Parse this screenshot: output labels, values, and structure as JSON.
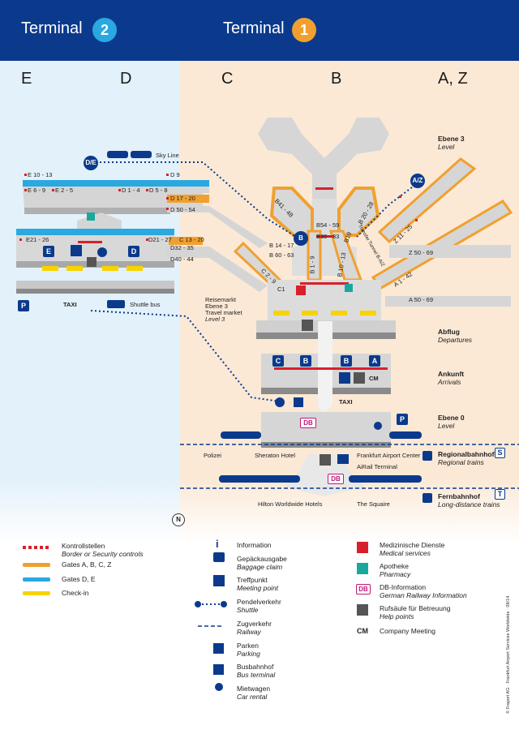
{
  "header": {
    "terminal2_label": "Terminal",
    "terminal2_number": "2",
    "terminal1_label": "Terminal",
    "terminal1_number": "1"
  },
  "columns": [
    "E",
    "D",
    "C",
    "B",
    "A, Z"
  ],
  "gates": {
    "e10": "E 10 - 13",
    "e6": "E 6 - 9",
    "e2": "E 2 - 5",
    "d1": "D 1 - 4",
    "d5": "D 5 - 8",
    "d9": "D 9",
    "d17": "D 17 - 20",
    "d50": "D 50 - 54",
    "e21": "E21 - 26",
    "d21": "D21 - 27",
    "c13": "C 13 - 20",
    "d32": "D32 - 35",
    "d40": "D40 - 44",
    "b41": "B41 - 48",
    "b54": "B54 - 59",
    "b20": "B 20 - 28",
    "b30": "B30 - 33",
    "b14": "B 14 - 17",
    "b60": "B 60 - 63",
    "b19": "B19",
    "z11": "Z 11 - 25",
    "z50": "Z 50 - 69",
    "a1": "A 1 - 42",
    "a50": "A 50 - 69",
    "c2": "C 2 - 9",
    "c1": "C1",
    "b1": "B 1 - 9",
    "b10": "B 10 - 13"
  },
  "places": {
    "sky_line": "Sky Line",
    "shuttle_bus": "Shuttle bus",
    "taxi": "TAXI",
    "taxi2": "TAXI",
    "transfer": "Transfer Tunnel B-A/Z",
    "reisemarkt1": "Reisemarkt",
    "reisemarkt2": "Ebene 3",
    "travel1": "Travel market",
    "travel2": "Level 3",
    "polizei": "Polizei",
    "sheraton": "Sheraton Hotel",
    "fac": "Frankfurt Airport Center",
    "airrail": "AiRail Terminal",
    "hilton": "Hilton Worldwide Hotels",
    "squaire": "The Squaire",
    "cm": "CM"
  },
  "levels": [
    {
      "de": "Ebene 3",
      "en": "Level"
    },
    {
      "de": "Abflug",
      "en": "Departures"
    },
    {
      "de": "Ankunft",
      "en": "Arrivals"
    },
    {
      "de": "Ebene 0",
      "en": "Level"
    },
    {
      "de": "Regionalbahnhof",
      "en": "Regional trains"
    },
    {
      "de": "Fernbahnhof",
      "en": "Long-distance trains"
    }
  ],
  "legend_left": [
    {
      "de": "Kontrollstellen",
      "en": "Border or Security controls",
      "color": "#d8202a"
    },
    {
      "de": "Gates A, B, C, Z",
      "en": "",
      "color": "#f0a030"
    },
    {
      "de": "Gates D, E",
      "en": "",
      "color": "#2aa8e0"
    },
    {
      "de": "Check-in",
      "en": "",
      "color": "#f7d300"
    }
  ],
  "legend_mid": [
    {
      "de": "Information",
      "en": "",
      "icon": "info-icon"
    },
    {
      "de": "Gepäckausgabe",
      "en": "Baggage claim",
      "icon": "baggage-icon"
    },
    {
      "de": "Treffpunkt",
      "en": "Meeting point",
      "icon": "meeting-point-icon"
    },
    {
      "de": "Pendelverkehr",
      "en": "Shuttle",
      "icon": "shuttle-icon"
    },
    {
      "de": "Zugverkehr",
      "en": "Railway",
      "icon": "railway-icon"
    },
    {
      "de": "Parken",
      "en": "Parking",
      "icon": "parking-icon"
    },
    {
      "de": "Busbahnhof",
      "en": "Bus terminal",
      "icon": "bus-icon"
    },
    {
      "de": "Mietwagen",
      "en": "Car rental",
      "icon": "car-rental-icon"
    }
  ],
  "legend_right": [
    {
      "de": "Medizinische Dienste",
      "en": "Medical services",
      "icon": "medical-icon"
    },
    {
      "de": "Apotheke",
      "en": "Pharmacy",
      "icon": "pharmacy-icon"
    },
    {
      "de": "DB-Information",
      "en": "German Railway Information",
      "icon": "db-icon"
    },
    {
      "de": "Rufsäule für Betreuung",
      "en": "Help points",
      "icon": "help-point-icon"
    },
    {
      "de": "Company Meeting",
      "en": "",
      "icon": "cm-icon"
    }
  ],
  "legend_cm": "CM",
  "legend_db": "DB",
  "copyright": "© Fraport AG · Frankfurt Airport Services Worldwide · 08/14",
  "map_badges": {
    "de": "D/E",
    "az": "A/Z",
    "b": "B",
    "c": "C",
    "a": "A",
    "db": "DB",
    "s": "S",
    "t": "T",
    "n": "N",
    "p": "P",
    "i": "i",
    "e": "E",
    "d": "D"
  }
}
